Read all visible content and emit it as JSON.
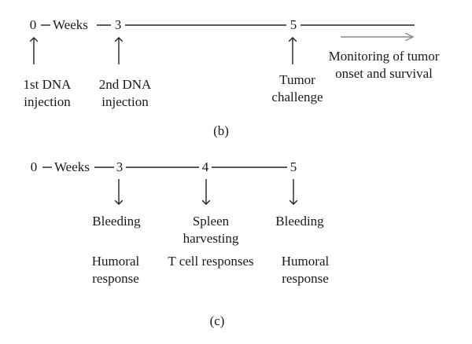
{
  "panel_b": {
    "caption": "(b)",
    "t0": "0",
    "weeks": "Weeks",
    "t3": "3",
    "t5": "5",
    "event1": [
      "1st DNA",
      "injection"
    ],
    "event2": [
      "2nd DNA",
      "injection"
    ],
    "event3": [
      "Tumor",
      "challenge"
    ],
    "monitoring": [
      "Monitoring of tumor",
      "onset and survival"
    ]
  },
  "panel_c": {
    "caption": "(c)",
    "t0": "0",
    "weeks": "Weeks",
    "t3": "3",
    "t4": "4",
    "t5": "5",
    "event3": "Bleeding",
    "event4": [
      "Spleen",
      "harvesting"
    ],
    "event5": "Bleeding",
    "response3": [
      "Humoral",
      "response"
    ],
    "response4": "T cell responses",
    "response5": [
      "Humoral",
      "response"
    ]
  },
  "colors": {
    "line": "#222222",
    "monitoring_arrow": "#8a8a8a"
  }
}
